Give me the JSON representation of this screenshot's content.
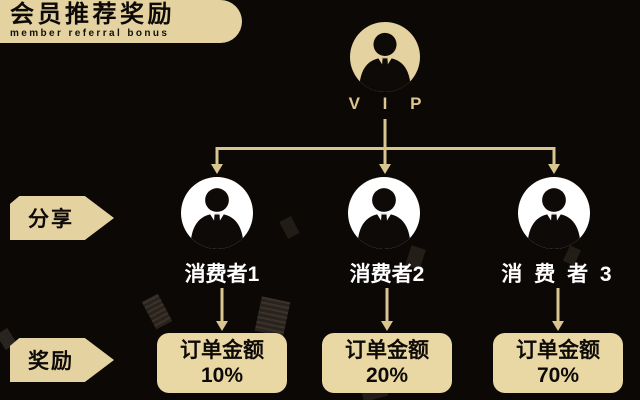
{
  "colors": {
    "background": "#0c0806",
    "gold": "#e4d3a0",
    "gold_line": "#d9c58f",
    "box_fill": "#e9d8a4",
    "text_dark": "#0e0a08",
    "text_white": "#ffffff"
  },
  "header": {
    "title": "会员推荐奖励",
    "subtitle": "member referral bonus"
  },
  "vip": {
    "label": "V I P"
  },
  "flags": {
    "share": "分享",
    "reward": "奖励"
  },
  "consumers": [
    {
      "name": "消费者1",
      "box_line1": "订单金额",
      "box_line2": "10%"
    },
    {
      "name": "消费者2",
      "box_line1": "订单金额",
      "box_line2": "20%"
    },
    {
      "name": "消 费 者 3",
      "box_line1": "订单金额",
      "box_line2": "70%"
    }
  ]
}
